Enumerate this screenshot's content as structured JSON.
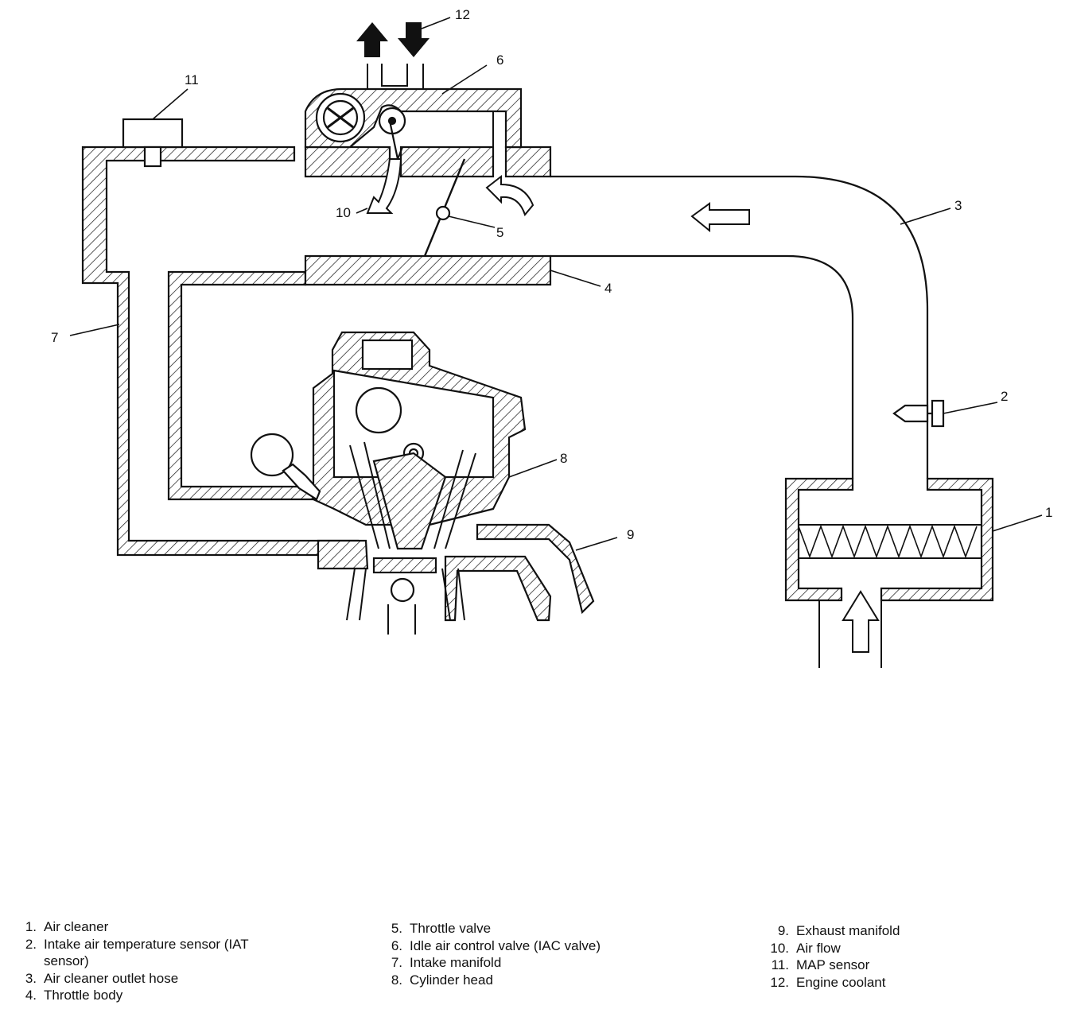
{
  "callouts": {
    "c1": "1",
    "c2": "2",
    "c3": "3",
    "c4": "4",
    "c5": "5",
    "c6": "6",
    "c7": "7",
    "c8": "8",
    "c9": "9",
    "c10": "10",
    "c11": "11",
    "c12": "12"
  },
  "legend": {
    "col1": [
      {
        "num": "1.",
        "text": "Air cleaner"
      },
      {
        "num": "2.",
        "text": "Intake air temperature sensor (IAT sensor)"
      },
      {
        "num": "3.",
        "text": "Air cleaner outlet hose"
      },
      {
        "num": "4.",
        "text": "Throttle body"
      }
    ],
    "col2": [
      {
        "num": "5.",
        "text": "Throttle valve"
      },
      {
        "num": "6.",
        "text": "Idle air control valve (IAC valve)"
      },
      {
        "num": "7.",
        "text": "Intake manifold"
      },
      {
        "num": "8.",
        "text": "Cylinder head"
      }
    ],
    "col3": [
      {
        "num": "9.",
        "text": "Exhaust manifold"
      },
      {
        "num": "10.",
        "text": "Air flow"
      },
      {
        "num": "11.",
        "text": "MAP sensor"
      },
      {
        "num": "12.",
        "text": "Engine coolant"
      }
    ]
  }
}
